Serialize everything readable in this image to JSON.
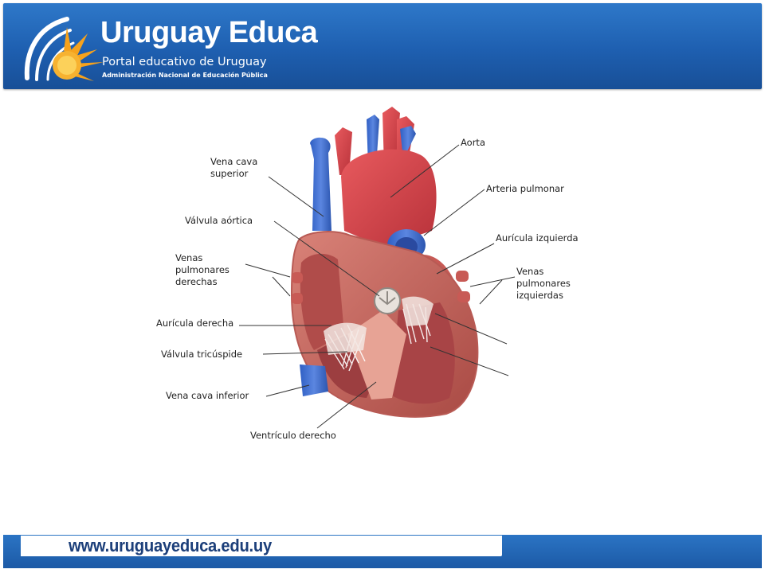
{
  "header": {
    "title": "Uruguay Educa",
    "subtitle": "Portal educativo de Uruguay",
    "admin": "Administración Nacional de Educación Pública"
  },
  "diagram": {
    "labels": {
      "vena_cava_superior_1": "Vena cava",
      "vena_cava_superior_2": "superior",
      "valvula_aortica": "Válvula aórtica",
      "venas_pulm_der_1": "Venas",
      "venas_pulm_der_2": "pulmonares",
      "venas_pulm_der_3": "derechas",
      "auricula_derecha": "Aurícula derecha",
      "valvula_tricuspide": "Válvula tricúspide",
      "vena_cava_inferior": "Vena cava inferior",
      "ventriculo_derecho": "Ventrículo derecho",
      "aorta": "Aorta",
      "arteria_pulmonar": "Arteria pulmonar",
      "auricula_izquierda": "Aurícula izquierda",
      "venas_pulm_izq_1": "Venas",
      "venas_pulm_izq_2": "pulmonares",
      "venas_pulm_izq_3": "izquierdas"
    }
  },
  "footer": {
    "url": "www.uruguayeduca.edu.uy"
  },
  "colors": {
    "brand_blue": "#1e5fb0",
    "sun_orange": "#f6a21c",
    "vein_blue": "#3f6fd0",
    "artery_red": "#d8434a",
    "muscle": "#c96a60"
  }
}
